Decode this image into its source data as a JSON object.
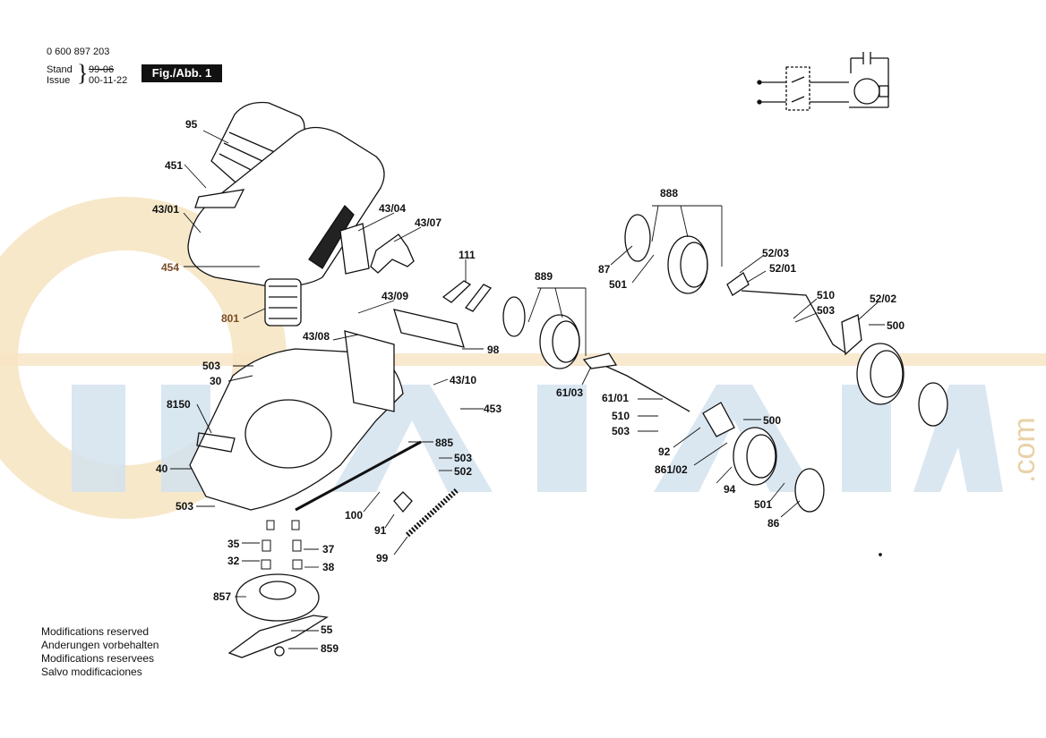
{
  "header": {
    "doc_number": "0 600 897 203",
    "stand_label": "Stand",
    "issue_label": "Issue",
    "old_date": "99-06",
    "new_date": "00-11-22",
    "figure_label": "Fig./Abb. 1"
  },
  "watermark": {
    "text": "OUTALARA",
    "suffix": ".com",
    "colors": {
      "orange": "#f3d7a6",
      "blue": "#c9dcea"
    }
  },
  "footer_notes": [
    "Modifications reserved",
    "Anderungen vorbehalten",
    "Modifications reservees",
    "Salvo modificaciones"
  ],
  "part_labels": [
    {
      "id": "95",
      "text": "95"
    },
    {
      "id": "451",
      "text": "451"
    },
    {
      "id": "43-01",
      "text": "43/01"
    },
    {
      "id": "454",
      "text": "454",
      "highlight": true
    },
    {
      "id": "801",
      "text": "801",
      "highlight": true
    },
    {
      "id": "43-04",
      "text": "43/04"
    },
    {
      "id": "43-07",
      "text": "43/07"
    },
    {
      "id": "111",
      "text": "111"
    },
    {
      "id": "43-09",
      "text": "43/09"
    },
    {
      "id": "43-08",
      "text": "43/08"
    },
    {
      "id": "98",
      "text": "98"
    },
    {
      "id": "503-a",
      "text": "503"
    },
    {
      "id": "30",
      "text": "30"
    },
    {
      "id": "43-10",
      "text": "43/10"
    },
    {
      "id": "8150",
      "text": "8150"
    },
    {
      "id": "453",
      "text": "453"
    },
    {
      "id": "885",
      "text": "885"
    },
    {
      "id": "40",
      "text": "40"
    },
    {
      "id": "503-b",
      "text": "503"
    },
    {
      "id": "502",
      "text": "502"
    },
    {
      "id": "503-c",
      "text": "503"
    },
    {
      "id": "100",
      "text": "100"
    },
    {
      "id": "91",
      "text": "91"
    },
    {
      "id": "99",
      "text": "99"
    },
    {
      "id": "35",
      "text": "35"
    },
    {
      "id": "37",
      "text": "37"
    },
    {
      "id": "32",
      "text": "32"
    },
    {
      "id": "38",
      "text": "38"
    },
    {
      "id": "857",
      "text": "857"
    },
    {
      "id": "55",
      "text": "55"
    },
    {
      "id": "859",
      "text": "859"
    },
    {
      "id": "888",
      "text": "888"
    },
    {
      "id": "87",
      "text": "87"
    },
    {
      "id": "501-a",
      "text": "501"
    },
    {
      "id": "52-03",
      "text": "52/03"
    },
    {
      "id": "52-01",
      "text": "52/01"
    },
    {
      "id": "889",
      "text": "889"
    },
    {
      "id": "510-a",
      "text": "510"
    },
    {
      "id": "503-d",
      "text": "503"
    },
    {
      "id": "52-02",
      "text": "52/02"
    },
    {
      "id": "500-a",
      "text": "500"
    },
    {
      "id": "61-03",
      "text": "61/03"
    },
    {
      "id": "61-01",
      "text": "61/01"
    },
    {
      "id": "510-b",
      "text": "510"
    },
    {
      "id": "500-b",
      "text": "500"
    },
    {
      "id": "503-e",
      "text": "503"
    },
    {
      "id": "92",
      "text": "92"
    },
    {
      "id": "861-02",
      "text": "861/02"
    },
    {
      "id": "94",
      "text": "94"
    },
    {
      "id": "501-b",
      "text": "501"
    },
    {
      "id": "86",
      "text": "86"
    }
  ]
}
